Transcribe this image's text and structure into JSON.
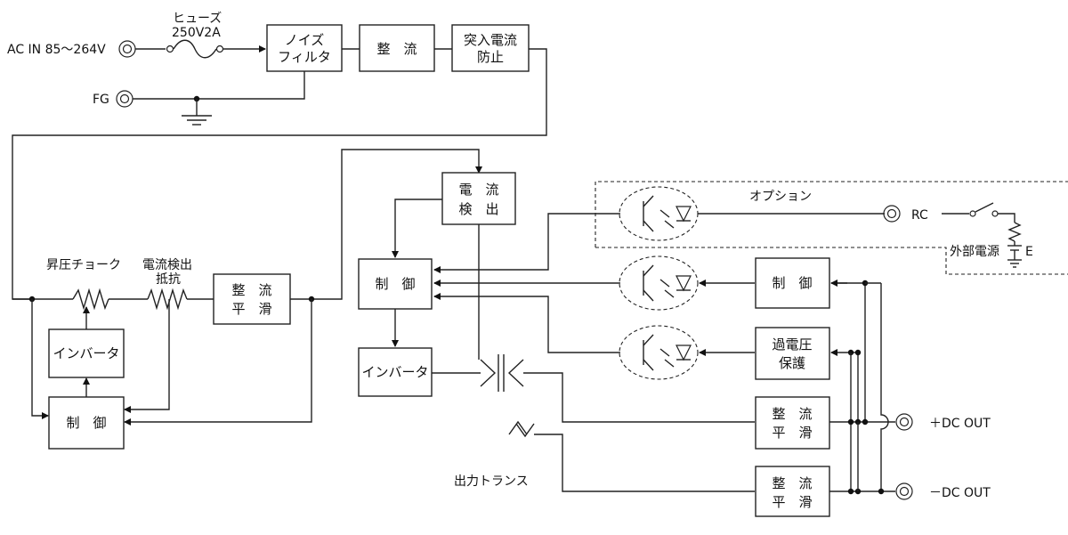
{
  "labels": {
    "ac_in": "AC IN 85～264V",
    "fuse": "ヒューズ",
    "fuse_rating": "250V2A",
    "fg": "FG",
    "boost_choke": "昇圧チョーク",
    "current_detect_resistor_1": "電流検出",
    "current_detect_resistor_2": "抵抗",
    "option": "オプション",
    "rc": "RC",
    "external_power": "外部電源",
    "e": "E",
    "output_transformer": "出力トランス",
    "dc_out_pos": "＋DC OUT",
    "dc_out_neg": "－DC OUT"
  },
  "blocks": {
    "noise_filter": [
      "ノイズ",
      "フィルタ"
    ],
    "rectifier_top": "整　流",
    "inrush": [
      "突入電流",
      "防止"
    ],
    "smoothing_left": [
      "整　流",
      "平　滑"
    ],
    "inverter_left": "インバータ",
    "control_left": "制　御",
    "current_detect": [
      "電　流",
      "検　出"
    ],
    "control_mid": "制　御",
    "inverter_mid": "インバータ",
    "control_right": "制　御",
    "overvoltage": [
      "過電圧",
      "保護"
    ],
    "smoothing_pos": [
      "整　流",
      "平　滑"
    ],
    "smoothing_neg": [
      "整　流",
      "平　滑"
    ]
  }
}
